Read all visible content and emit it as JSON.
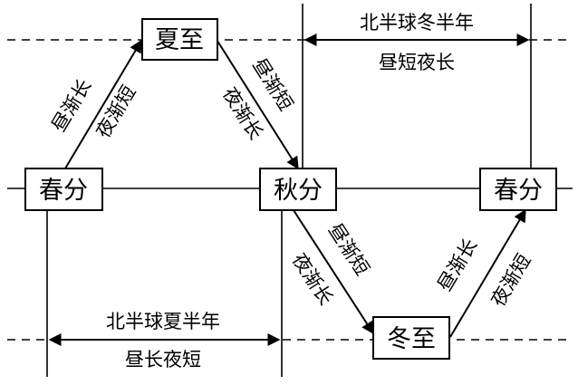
{
  "nodes": {
    "spring_equinox_left": "春分",
    "summer_solstice": "夏至",
    "autumn_equinox": "秋分",
    "spring_equinox_right": "春分",
    "winter_solstice": "冬至"
  },
  "edges": {
    "spring_to_summer": {
      "outer": "昼渐长",
      "inner": "夜渐短"
    },
    "summer_to_autumn": {
      "outer": "昼渐短",
      "inner": "夜渐长"
    },
    "autumn_to_winter": {
      "outer": "昼渐短",
      "inner": "夜渐长"
    },
    "winter_to_spring": {
      "outer": "昼渐长",
      "inner": "夜渐短"
    }
  },
  "regions": {
    "northern_winter_half": {
      "line1": "北半球冬半年",
      "line2": "昼短夜长"
    },
    "northern_summer_half": {
      "line1": "北半球夏半年",
      "line2": "昼长夜短"
    }
  }
}
